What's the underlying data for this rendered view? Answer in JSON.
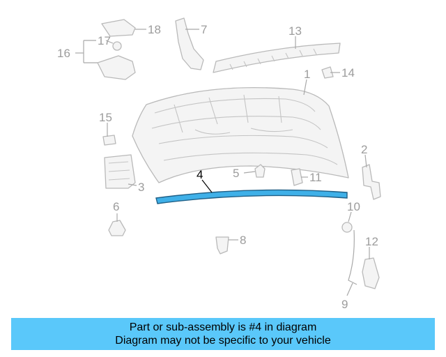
{
  "callouts": {
    "c1": "1",
    "c2": "2",
    "c3": "3",
    "c4": "4",
    "c5": "5",
    "c6": "6",
    "c7": "7",
    "c8": "8",
    "c9": "9",
    "c10": "10",
    "c11": "11",
    "c12": "12",
    "c13": "13",
    "c14": "14",
    "c15": "15",
    "c16": "16",
    "c17": "17",
    "c18": "18"
  },
  "highlighted_part": "4",
  "colors": {
    "highlight": "#3fb0e8",
    "banner": "#5ac8fa",
    "part_line": "#b9b9b9"
  },
  "notice": {
    "line1": "Part or sub-assembly is #4 in diagram",
    "line2": "Diagram may not be specific to your vehicle"
  }
}
